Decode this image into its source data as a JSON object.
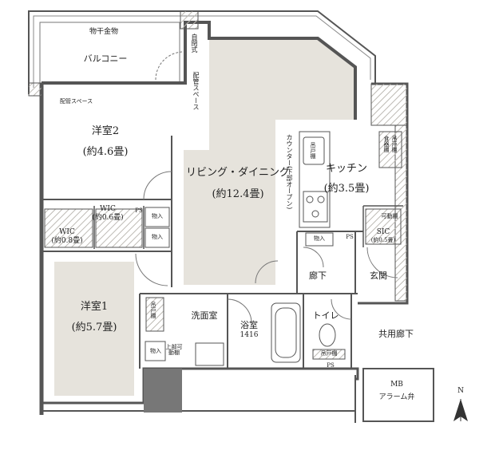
{
  "rooms": {
    "balcony": "バルコニー",
    "drying_rack": "物干金物",
    "pipe_space_top": "配管スペース",
    "pipe_space_vertical": "配管スペース",
    "auto_door": "自閉式",
    "bedroom2_name": "洋室2",
    "bedroom2_size": "(約4.6畳)",
    "living_name": "リビング・ダイニング",
    "living_size": "(約12.4畳)",
    "kitchen_name": "キッチン",
    "kitchen_size": "(約3.5畳)",
    "counter": "カウンター(下部オープン)",
    "wic_a_name": "WIC",
    "wic_a_size": "(約0.6畳)",
    "wic_b_name": "WIC",
    "wic_b_size": "(約0.8畳)",
    "sic_name": "SIC",
    "sic_size": "(約0.5畳)",
    "bedroom1_name": "洋室1",
    "bedroom1_size": "(約5.7畳)",
    "washroom": "洗面室",
    "bath_name": "浴室",
    "bath_size": "1416",
    "toilet": "トイレ",
    "hallway": "廊下",
    "entrance": "玄関",
    "common_corridor": "共用廊下",
    "mb": "MB",
    "alarm_valve": "アラーム弁",
    "north": "N"
  },
  "fixtures": {
    "storage": "物入",
    "storage2": "物入",
    "storage3": "物入",
    "storage4": "物入",
    "ps": "PS",
    "ps2": "PS",
    "ps3": "PS",
    "hanging_shelf_kitchen": "吊戸棚",
    "hanging_shelf_kitchen2": "吊戸棚",
    "hanging_shelf_wash": "吊戸棚",
    "hanging_shelf_toilet": "吊戸棚",
    "food_storage": "食器棚",
    "movable_shelf": "可動棚",
    "upper_movable": "上部可動棚"
  },
  "colors": {
    "living_floor": "#e6e3dc",
    "hatch": "#c9c6c0",
    "wall": "#555555"
  }
}
